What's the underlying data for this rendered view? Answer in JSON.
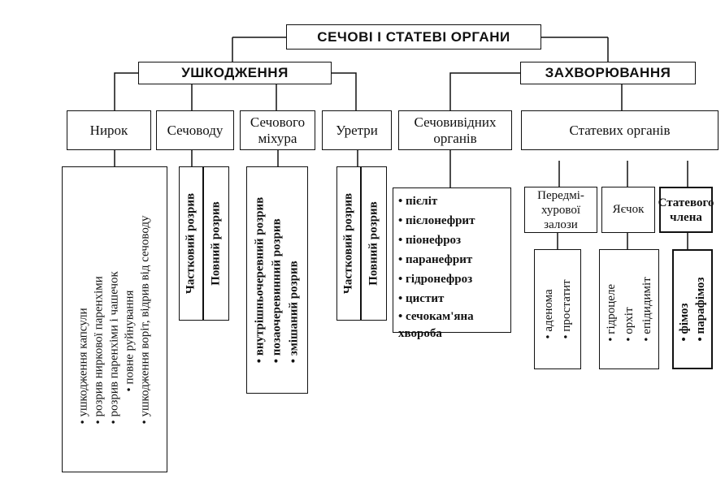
{
  "root": "СЕЧОВІ І СТАТЕВІ ОРГАНИ",
  "injuries": {
    "title": "УШКОДЖЕННЯ",
    "kidney": {
      "label": "Нирок",
      "items": [
        "ушкодження капсули",
        "розрив ниркової паренхіми",
        "розрив паренхіми і чашечок",
        "повне руйнування",
        "ушкодження воріт, відрив від сечоводу"
      ]
    },
    "ureter": {
      "label": "Сечоводу",
      "types": [
        "Частковий розрив",
        "Повний розрив"
      ]
    },
    "bladder": {
      "label": "Сечового міхура",
      "items": [
        "внутрішньочеревний розрив",
        "позаочеревинний розрив",
        "змішаний розрив"
      ]
    },
    "urethra": {
      "label": "Уретри",
      "types": [
        "Частковий розрив",
        "Повний розрив"
      ]
    }
  },
  "diseases": {
    "title": "ЗАХВОРЮВАННЯ",
    "urinary": {
      "label": "Сечовивідних органів",
      "items": [
        "пієліт",
        "пієлонефрит",
        "піонефроз",
        "паранефрит",
        "гідронефроз",
        "цистит",
        "сечокам'яна хвороба"
      ]
    },
    "genital": {
      "label": "Статевих органів",
      "prostate": {
        "label": "Передмі-хурової залози",
        "items": [
          "аденома",
          "простатит"
        ]
      },
      "testes": {
        "label": "Яєчок",
        "items": [
          "гідроцеле",
          "орхіт",
          "епідидиміт"
        ]
      },
      "penis": {
        "label": "Статевого члена",
        "items": [
          "фімоз",
          "парафімоз"
        ]
      }
    }
  }
}
